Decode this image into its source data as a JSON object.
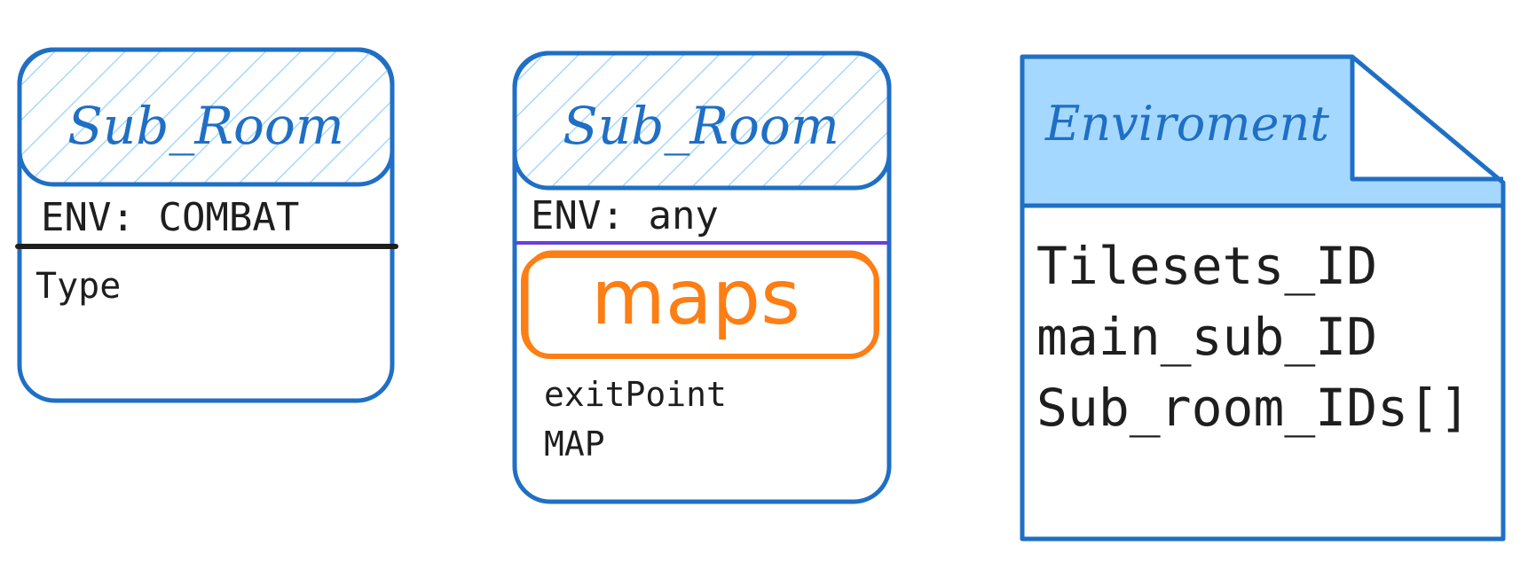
{
  "colors": {
    "stroke_blue": "#1f6fc5",
    "hatch_blue": "#a5d8ff",
    "note_fill": "#a5d8ff",
    "divider_black": "#1e1e1e",
    "divider_purple": "#6741d9",
    "maps_orange": "#fd7e14",
    "text_dark": "#1e1e1e"
  },
  "card_left": {
    "title": "Sub_Room",
    "env": "ENV: COMBAT",
    "type": "Type"
  },
  "card_middle": {
    "title": "Sub_Room",
    "env": "ENV: any",
    "maps": "maps",
    "fields": [
      "exitPoint",
      "MAP"
    ]
  },
  "environment": {
    "title": "Enviroment",
    "fields": [
      "Tilesets_ID",
      "main_sub_ID",
      "Sub_room_IDs[]"
    ]
  }
}
